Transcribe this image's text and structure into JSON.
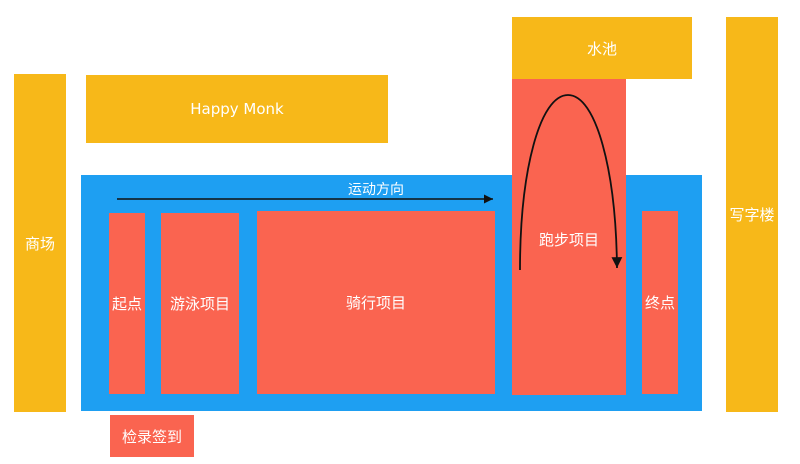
{
  "colors": {
    "orange": "#F7B819",
    "red": "#FA6450",
    "blue": "#1E9FF2",
    "arrow": "#111111"
  },
  "labels": {
    "mall": "商场",
    "happy_monk": "Happy Monk",
    "pool": "水池",
    "office": "写字楼",
    "direction": "运动方向",
    "start": "起点",
    "swim": "游泳项目",
    "ride": "骑行项目",
    "run": "跑步项目",
    "finish": "终点",
    "checkin": "检录签到"
  }
}
